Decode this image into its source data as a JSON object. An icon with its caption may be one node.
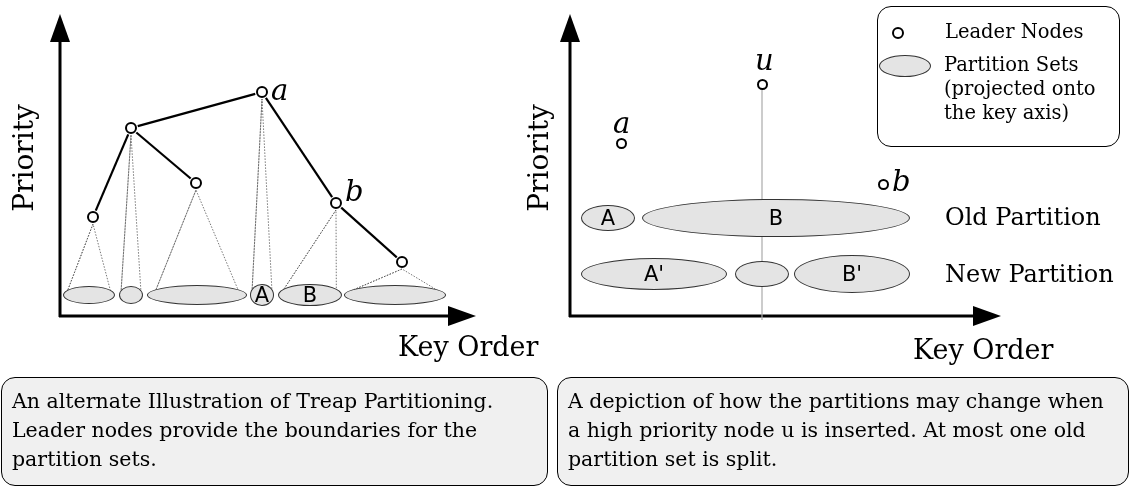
{
  "diagram": {
    "nodes": [
      {
        "text": [],
        "shape": "circle"
      },
      {
        "text": [],
        "shape": "circle"
      },
      {
        "text": [],
        "shape": "circle"
      },
      {
        "text": [],
        "shape": "circle",
        "beside": [
          "a"
        ]
      },
      {
        "text": [],
        "shape": "circle",
        "beside": [
          "b"
        ]
      },
      {
        "text": [],
        "shape": "circle"
      },
      {
        "text": [],
        "shape": "ellipse"
      },
      {
        "text": [],
        "shape": "ellipse"
      },
      {
        "text": [],
        "shape": "ellipse"
      },
      {
        "text": [
          "A"
        ]
      },
      {
        "text": [
          "B"
        ]
      },
      {
        "text": [],
        "shape": "ellipse"
      },
      {
        "text": [],
        "shape": "circle",
        "beside": [
          "a"
        ]
      },
      {
        "text": [],
        "shape": "circle",
        "beside": [
          "u"
        ]
      },
      {
        "text": [],
        "shape": "circle",
        "beside": [
          "b"
        ]
      },
      {
        "text": [
          "A"
        ]
      },
      {
        "text": [
          "B"
        ]
      },
      {
        "text": [
          "A'"
        ]
      },
      {
        "text": [],
        "shape": "ellipse"
      },
      {
        "text": [
          "B'"
        ]
      },
      {
        "text": [
          "An alternate Illustration of Treap Partitioning. Leader nodes provide the boundaries for the partition sets."
        ]
      },
      {
        "text": [
          "A depiction of how the partitions may change when a high priority node u is inserted.  At most one old partition set is split."
        ]
      }
    ],
    "edges": [
      {
        "from": 0,
        "to": 1,
        "arrow": "none"
      },
      {
        "from": 1,
        "to": 3,
        "arrow": "none"
      },
      {
        "from": 1,
        "to": 2,
        "arrow": "none"
      },
      {
        "from": 3,
        "to": 4,
        "arrow": "none"
      },
      {
        "from": 4,
        "to": 5,
        "arrow": "none"
      },
      {
        "from": 0,
        "to": 6,
        "arrow": "none",
        "style": "dashed"
      },
      {
        "from": 1,
        "to": 7,
        "arrow": "none",
        "style": "dashed"
      },
      {
        "from": 2,
        "to": 8,
        "arrow": "none",
        "style": "dashed"
      },
      {
        "from": 3,
        "to": 9,
        "arrow": "none",
        "style": "dashed"
      },
      {
        "from": 4,
        "to": 10,
        "arrow": "none",
        "style": "dashed"
      },
      {
        "from": 5,
        "to": 11,
        "arrow": "none",
        "style": "dashed"
      }
    ],
    "labels": [
      "Priority",
      "Key Order",
      "Priority",
      "Key Order",
      "Old Partition",
      "New Partition"
    ],
    "legend": [
      {
        "text": "Leader Nodes"
      },
      {
        "text": "Partition Sets (projected onto the key axis)"
      }
    ]
  }
}
